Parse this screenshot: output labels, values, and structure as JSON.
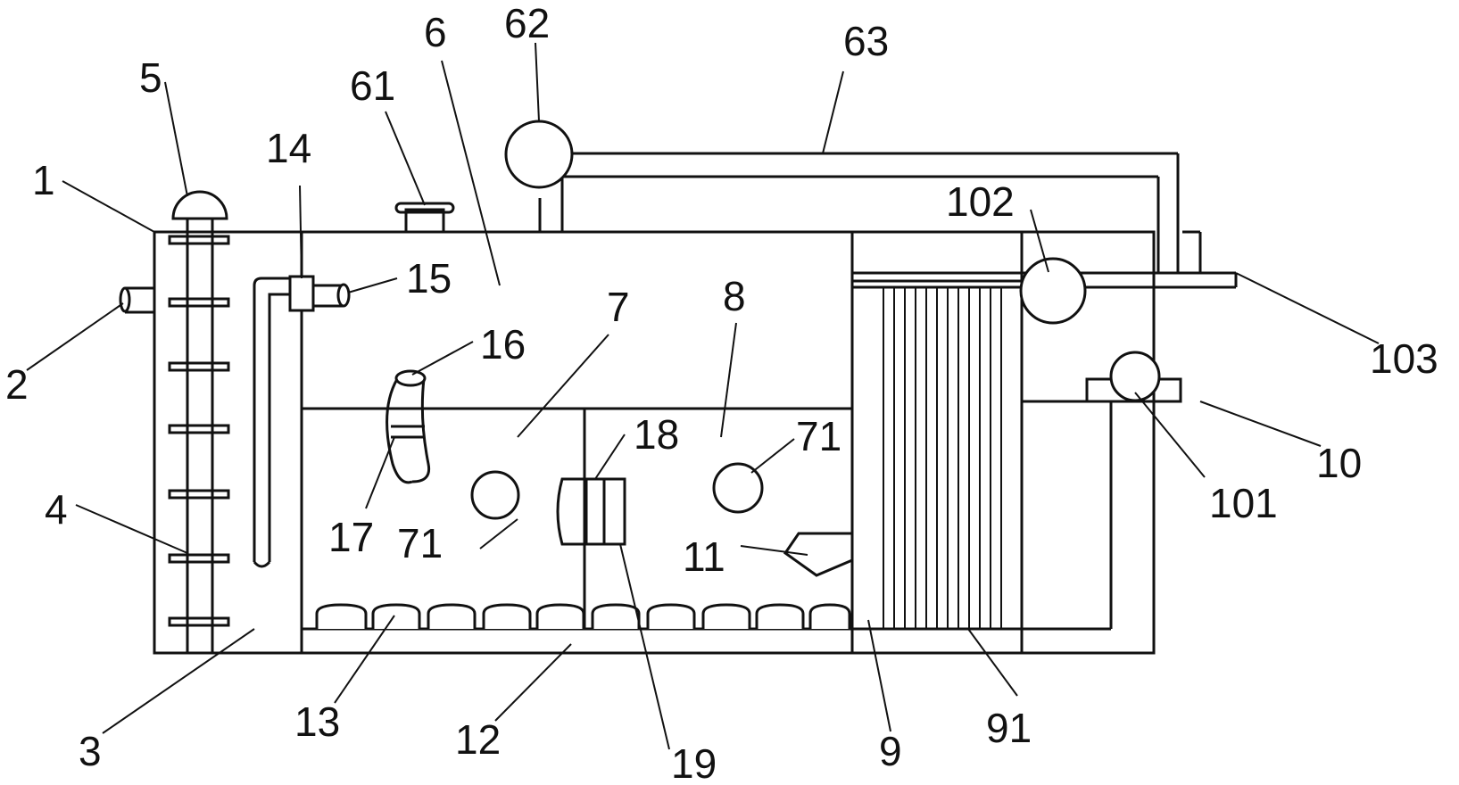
{
  "labels": {
    "l1": "1",
    "l2": "2",
    "l3": "3",
    "l4": "4",
    "l5": "5",
    "l6": "6",
    "l61": "61",
    "l62": "62",
    "l63": "63",
    "l7": "7",
    "l71a": "71",
    "l71b": "71",
    "l8": "8",
    "l9": "9",
    "l91": "91",
    "l10": "10",
    "l101": "101",
    "l102": "102",
    "l103": "103",
    "l11": "11",
    "l12": "12",
    "l13": "13",
    "l14": "14",
    "l15": "15",
    "l16": "16",
    "l17": "17",
    "l18": "18",
    "l19": "19"
  },
  "colors": {
    "line": "#111111",
    "background": "#ffffff"
  }
}
